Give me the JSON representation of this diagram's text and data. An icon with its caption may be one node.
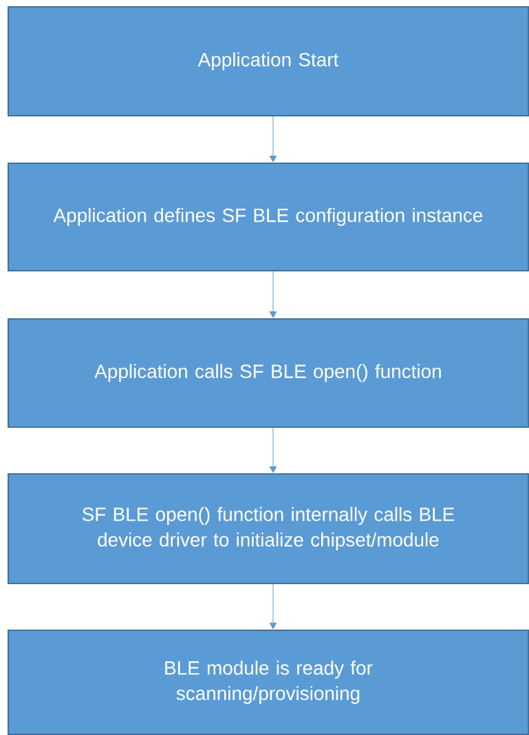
{
  "diagram": {
    "nodes": [
      {
        "text": [
          "Application Start"
        ]
      },
      {
        "text": [
          "Application defines SF BLE configuration instance"
        ]
      },
      {
        "text": [
          "Application calls SF BLE open() function"
        ]
      },
      {
        "text": [
          "SF BLE open() function internally calls BLE device driver to initialize chipset/module"
        ]
      },
      {
        "text": [
          "BLE module is ready for scanning/provisioning"
        ]
      }
    ],
    "edges": [
      {
        "from": 0,
        "to": 1,
        "arrow": "to"
      },
      {
        "from": 1,
        "to": 2,
        "arrow": "to"
      },
      {
        "from": 2,
        "to": 3,
        "arrow": "to"
      },
      {
        "from": 3,
        "to": 4,
        "arrow": "to"
      }
    ]
  }
}
